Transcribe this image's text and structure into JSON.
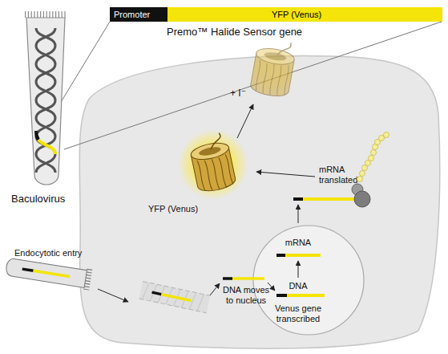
{
  "diagram": {
    "nodes": [
      {
        "text": [
          "Promoter"
        ]
      },
      {
        "text": [
          "YFP (Venus)"
        ]
      },
      {
        "text": [
          "YFP (Venus)",
          "mRNA translated",
          "DNA moves to nucleus"
        ]
      },
      {
        "text": [
          "mRNA",
          "DNA",
          "Venus gene transcribed"
        ],
        "in": 2
      }
    ],
    "labels": [
      "Premo™ Halide Sensor gene",
      "Baculovirus",
      "Endocytotic entry",
      "+ I⁻"
    ]
  }
}
